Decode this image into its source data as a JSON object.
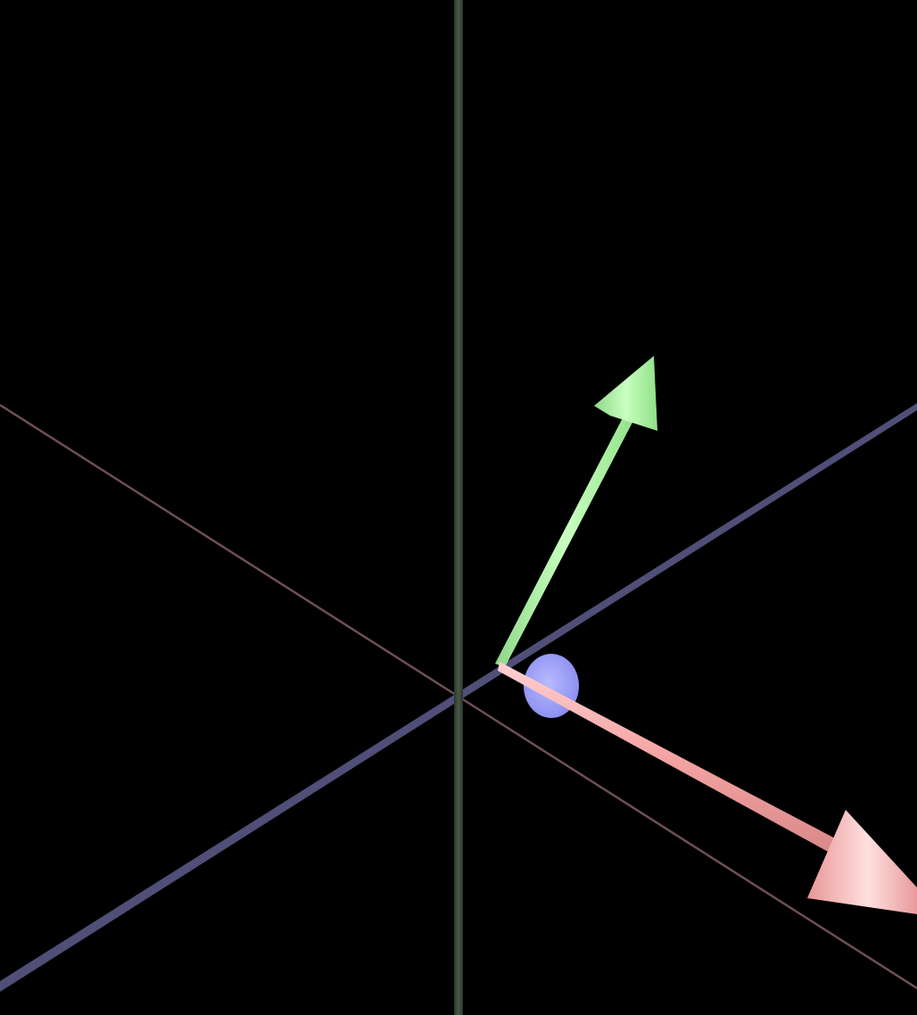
{
  "scene": {
    "background_color": "#000000",
    "axis_lines": [
      {
        "name": "x-axis-line",
        "color": "#7a5a5a"
      },
      {
        "name": "y-axis-line",
        "color": "#4a5a4a"
      },
      {
        "name": "z-axis-line",
        "color": "#5a5a8a"
      }
    ],
    "gizmo": {
      "x_arrow_color": "#f4a3a3",
      "y_arrow_color": "#a8f0a0",
      "z_handle_color": "#9fa2ff"
    }
  }
}
